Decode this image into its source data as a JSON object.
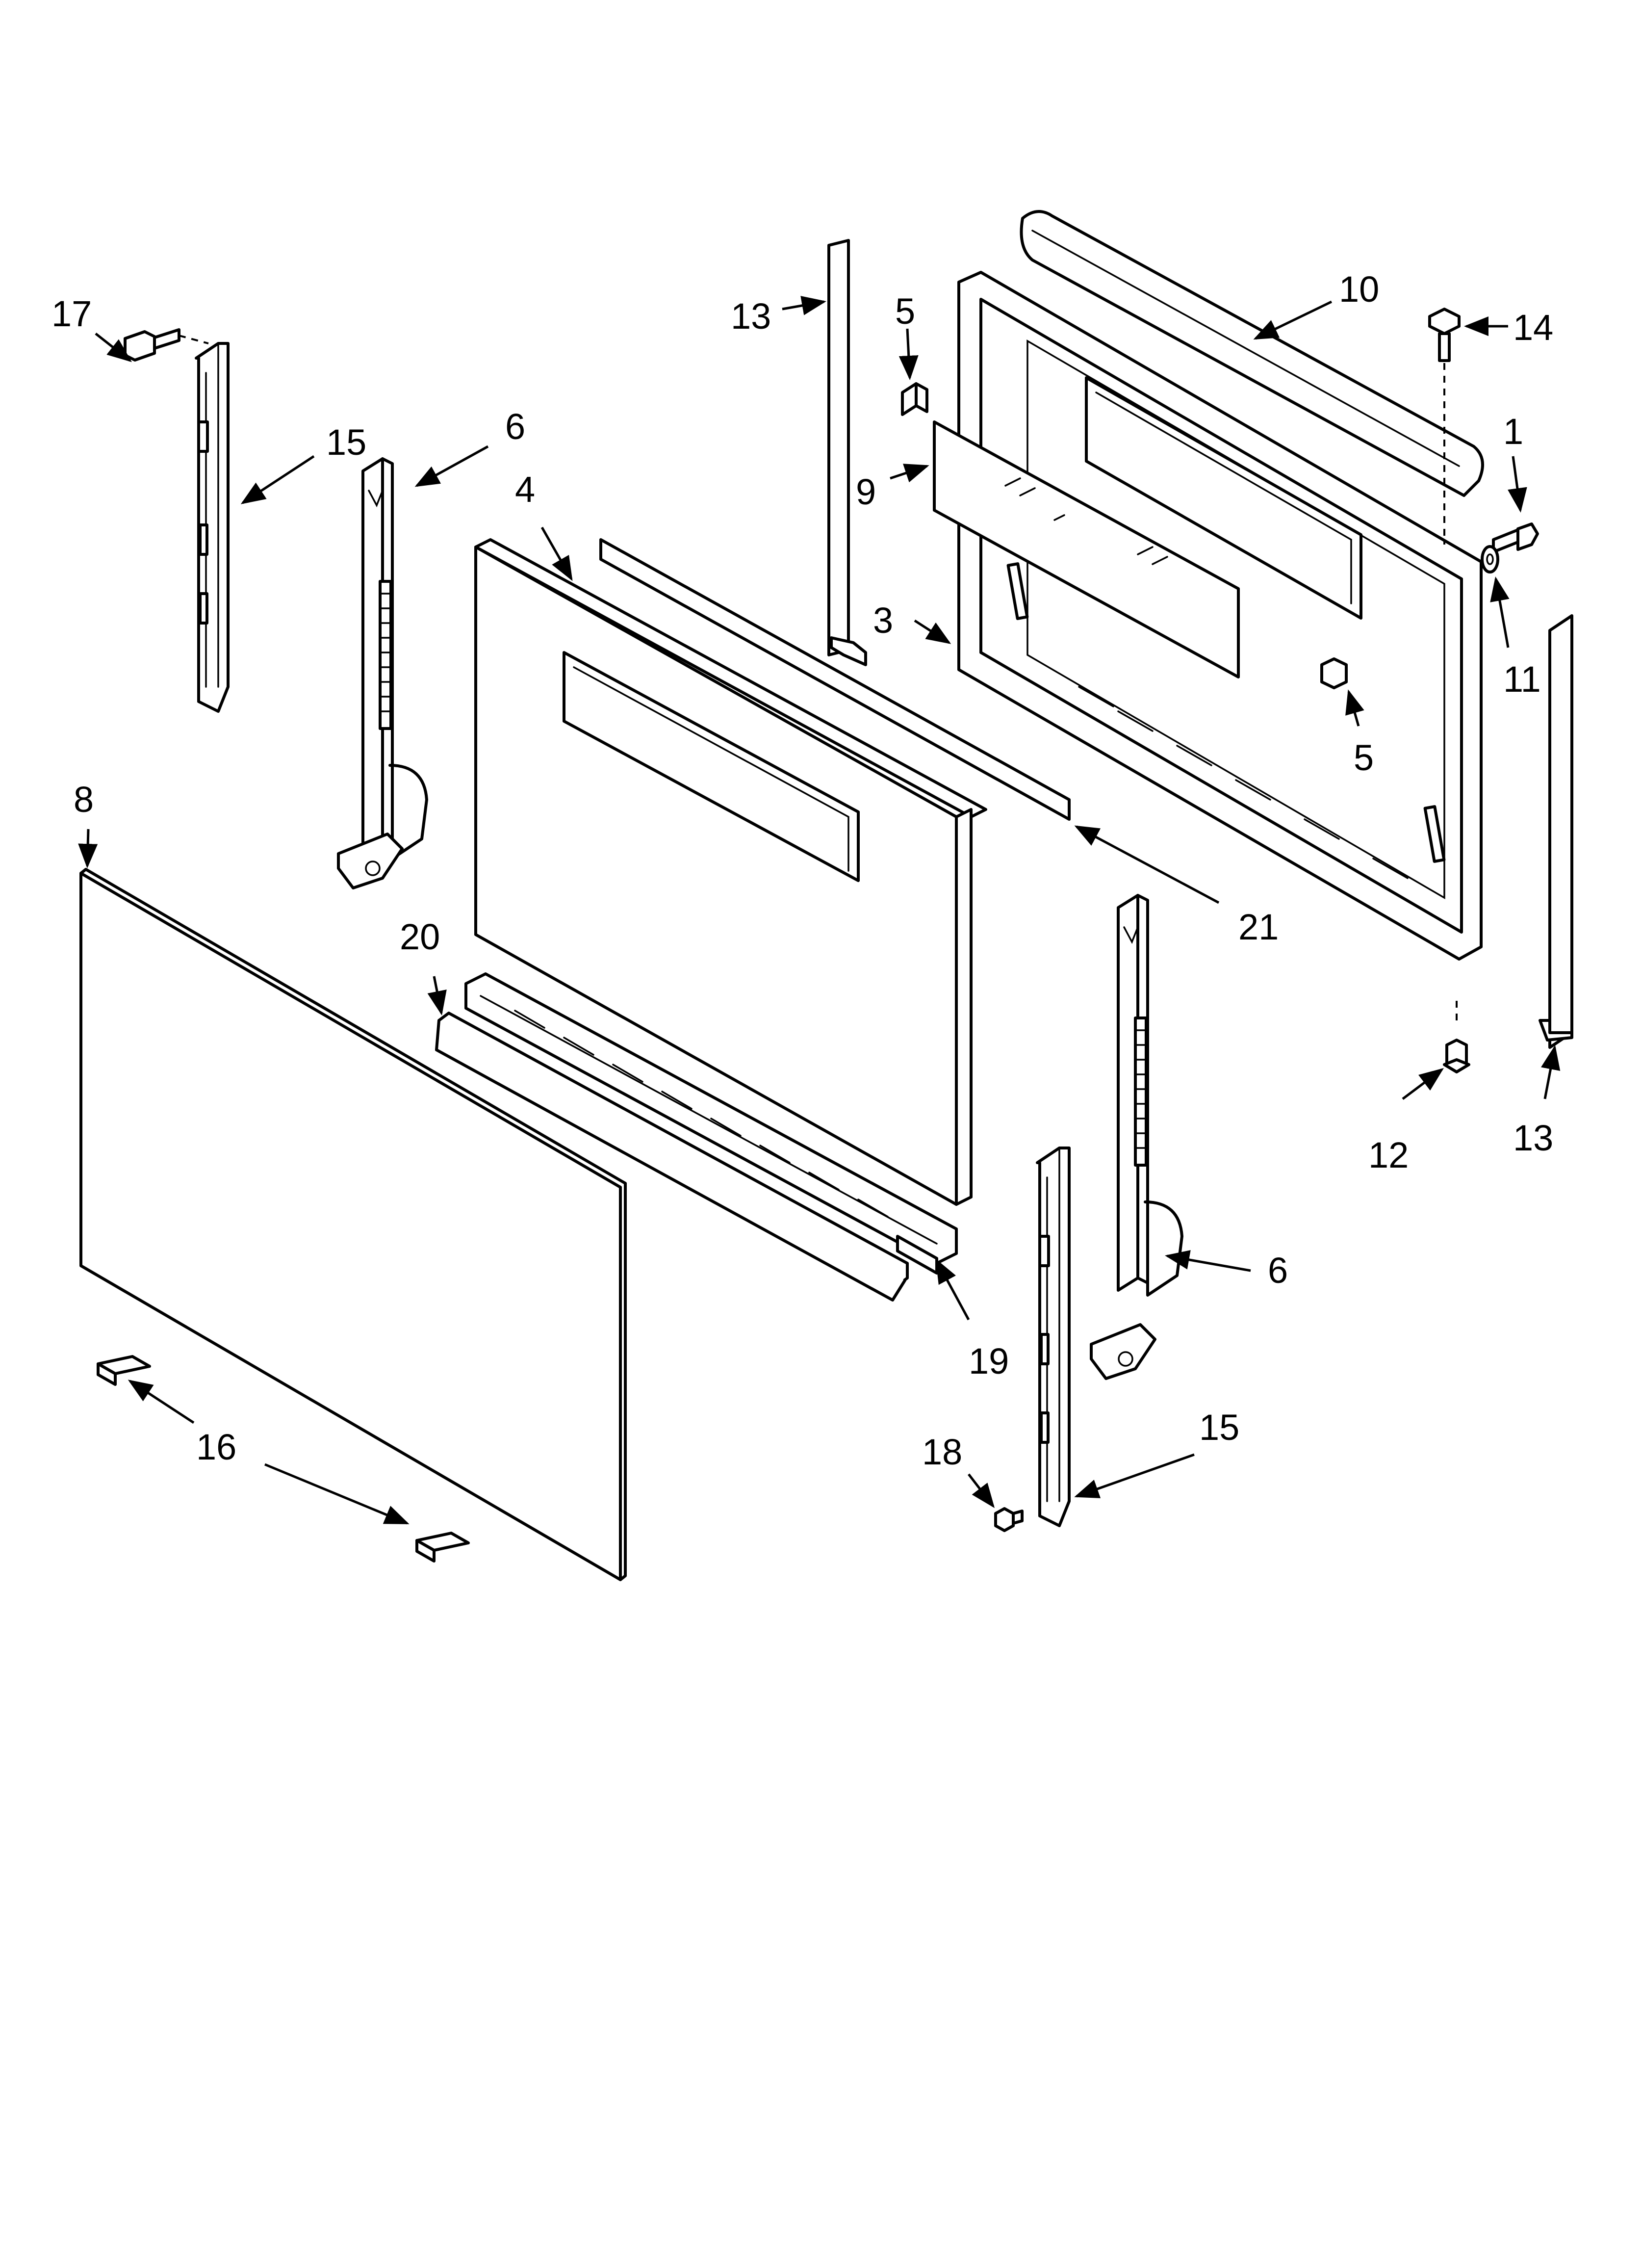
{
  "callouts": [
    {
      "id": "c17",
      "label": "17"
    },
    {
      "id": "c15a",
      "label": "15"
    },
    {
      "id": "c6a",
      "label": "6"
    },
    {
      "id": "c4",
      "label": "4"
    },
    {
      "id": "c13a",
      "label": "13"
    },
    {
      "id": "c5a",
      "label": "5"
    },
    {
      "id": "c10",
      "label": "10"
    },
    {
      "id": "c14",
      "label": "14"
    },
    {
      "id": "c1",
      "label": "1"
    },
    {
      "id": "c9",
      "label": "9"
    },
    {
      "id": "c3",
      "label": "3"
    },
    {
      "id": "c11",
      "label": "11"
    },
    {
      "id": "c5b",
      "label": "5"
    },
    {
      "id": "c8",
      "label": "8"
    },
    {
      "id": "c21",
      "label": "21"
    },
    {
      "id": "c20",
      "label": "20"
    },
    {
      "id": "c12",
      "label": "12"
    },
    {
      "id": "c13b",
      "label": "13"
    },
    {
      "id": "c6b",
      "label": "6"
    },
    {
      "id": "c19",
      "label": "19"
    },
    {
      "id": "c16",
      "label": "16"
    },
    {
      "id": "c15b",
      "label": "15"
    },
    {
      "id": "c18",
      "label": "18"
    }
  ]
}
